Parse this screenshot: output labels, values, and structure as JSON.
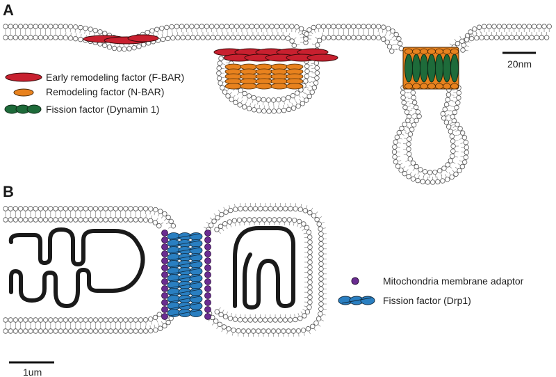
{
  "panel_a": {
    "label": "A",
    "legend": [
      {
        "text": "Early remodeling factor (F-BAR)",
        "icon": "f-bar-icon"
      },
      {
        "text": "Remodeling factor (N-BAR)",
        "icon": "n-bar-icon"
      },
      {
        "text": "Fission factor (Dynamin 1)",
        "icon": "dynamin-icon"
      }
    ],
    "scale_bar": "20nm"
  },
  "panel_b": {
    "label": "B",
    "legend": [
      {
        "text": "Mitochondria membrane adaptor",
        "icon": "adaptor-icon"
      },
      {
        "text": "Fission factor (Drp1)",
        "icon": "drp1-icon"
      }
    ],
    "scale_bar": "1um"
  },
  "colors": {
    "f_bar": "#c8202f",
    "n_bar": "#e8821e",
    "dynamin": "#1e6b3a",
    "adaptor": "#6a2c91",
    "drp1": "#2a7fc1",
    "membrane": "#ffffff",
    "outline": "#555555",
    "matrix": "#1a1a1a"
  }
}
